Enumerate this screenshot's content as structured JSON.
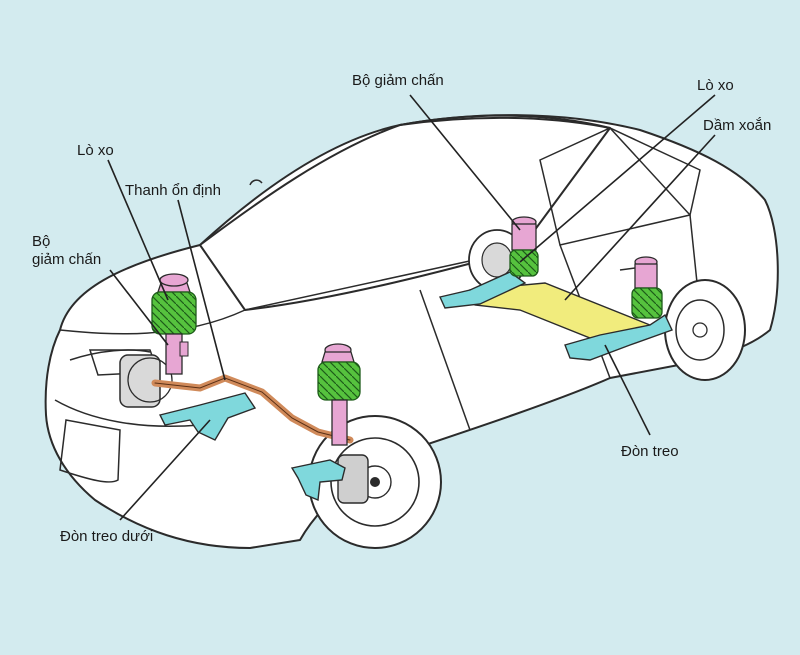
{
  "background_color": "#d3ebef",
  "colors": {
    "spring": "#56c23e",
    "strut_pink": "#e7a6d3",
    "arm_cyan": "#7fd8dc",
    "torsion_beam": "#f1ec7d",
    "stabilizer_bar": "#d08a5a",
    "leader": "#222222"
  },
  "labels": {
    "rear_shock": "Bộ giảm chấn",
    "rear_spring": "Lò xo",
    "torsion_beam": "Dầm xoắn",
    "front_spring": "Lò xo",
    "stabilizer": "Thanh ổn định",
    "front_shock_line1": "Bộ",
    "front_shock_line2": "giảm chấn",
    "rear_arm": "Đòn treo",
    "lower_arm": "Đòn treo dưới"
  }
}
